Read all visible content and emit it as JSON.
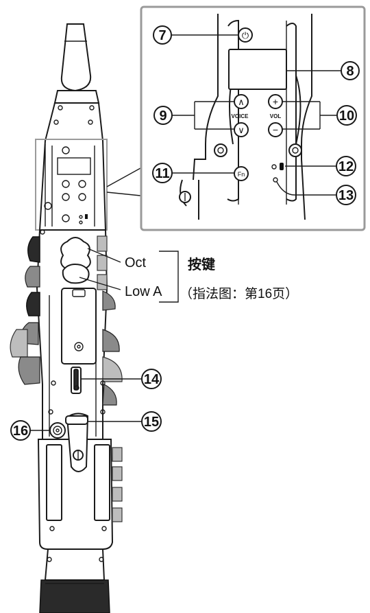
{
  "callouts": {
    "c7": "7",
    "c8": "8",
    "c9": "9",
    "c10": "10",
    "c11": "11",
    "c12": "12",
    "c13": "13",
    "c14": "14",
    "c15": "15",
    "c16": "16"
  },
  "panel": {
    "voice_label": "VOICE",
    "vol_label": "VOL",
    "fn_label": "Fn",
    "up_glyph": "∧",
    "down_glyph": "∨",
    "plus_glyph": "+",
    "minus_glyph": "−",
    "power_glyph": "⏻"
  },
  "keys": {
    "oct_label": "Oct",
    "low_a_label": "Low A",
    "heading": "按键",
    "subheading": "（指法图：第16页）"
  },
  "colors": {
    "line": "#1a1a1a",
    "panel_border": "#9a9a9a",
    "body_dark": "#2a2a2a"
  }
}
